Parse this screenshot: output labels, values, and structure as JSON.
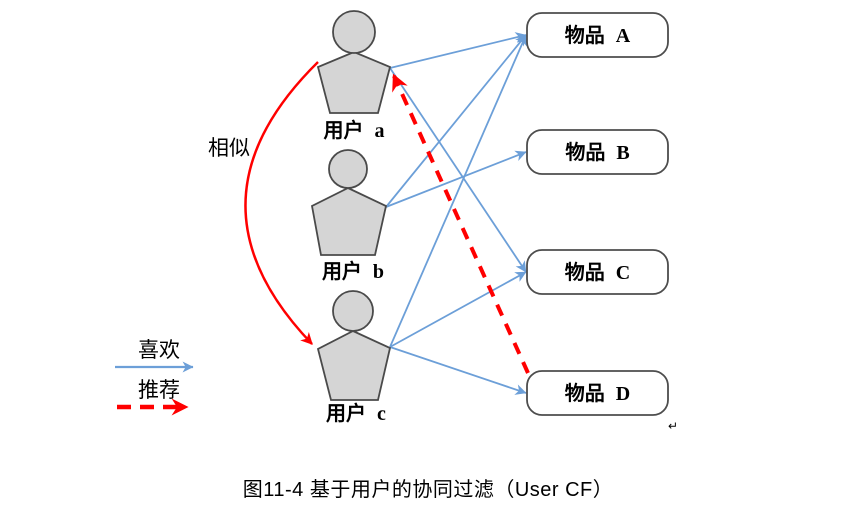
{
  "caption": "图11-4 基于用户的协同过滤（User CF）",
  "legend": {
    "like_label": "喜欢",
    "recommend_label": "推荐"
  },
  "diagram": {
    "similar_label": "相似",
    "paragraph_mark": "↵",
    "users": [
      {
        "id": "a",
        "label": "用户 a"
      },
      {
        "id": "b",
        "label": "用户 b"
      },
      {
        "id": "c",
        "label": "用户 c"
      }
    ],
    "items": [
      {
        "id": "A",
        "label": "物品 A"
      },
      {
        "id": "B",
        "label": "物品 B"
      },
      {
        "id": "C",
        "label": "物品 C"
      },
      {
        "id": "D",
        "label": "物品 D"
      }
    ],
    "like_edges": [
      {
        "from": "a",
        "to": "A"
      },
      {
        "from": "a",
        "to": "C"
      },
      {
        "from": "b",
        "to": "A"
      },
      {
        "from": "b",
        "to": "B"
      },
      {
        "from": "c",
        "to": "A"
      },
      {
        "from": "c",
        "to": "C"
      },
      {
        "from": "c",
        "to": "D"
      }
    ],
    "recommend_edges": [
      {
        "from": "D",
        "to": "a"
      }
    ],
    "similar_edge": {
      "from": "a",
      "to": "c"
    }
  },
  "colors": {
    "like_blue": "#6C9FD8",
    "recommend_red": "#FF0000",
    "similar_red": "#FF0000",
    "user_fill": "#D5D5D5",
    "user_stroke": "#4A4A4A",
    "item_fill": "#FFFFFF",
    "item_stroke": "#4D4D4D",
    "paragraph_mark_gray": "#8A8A8A"
  }
}
